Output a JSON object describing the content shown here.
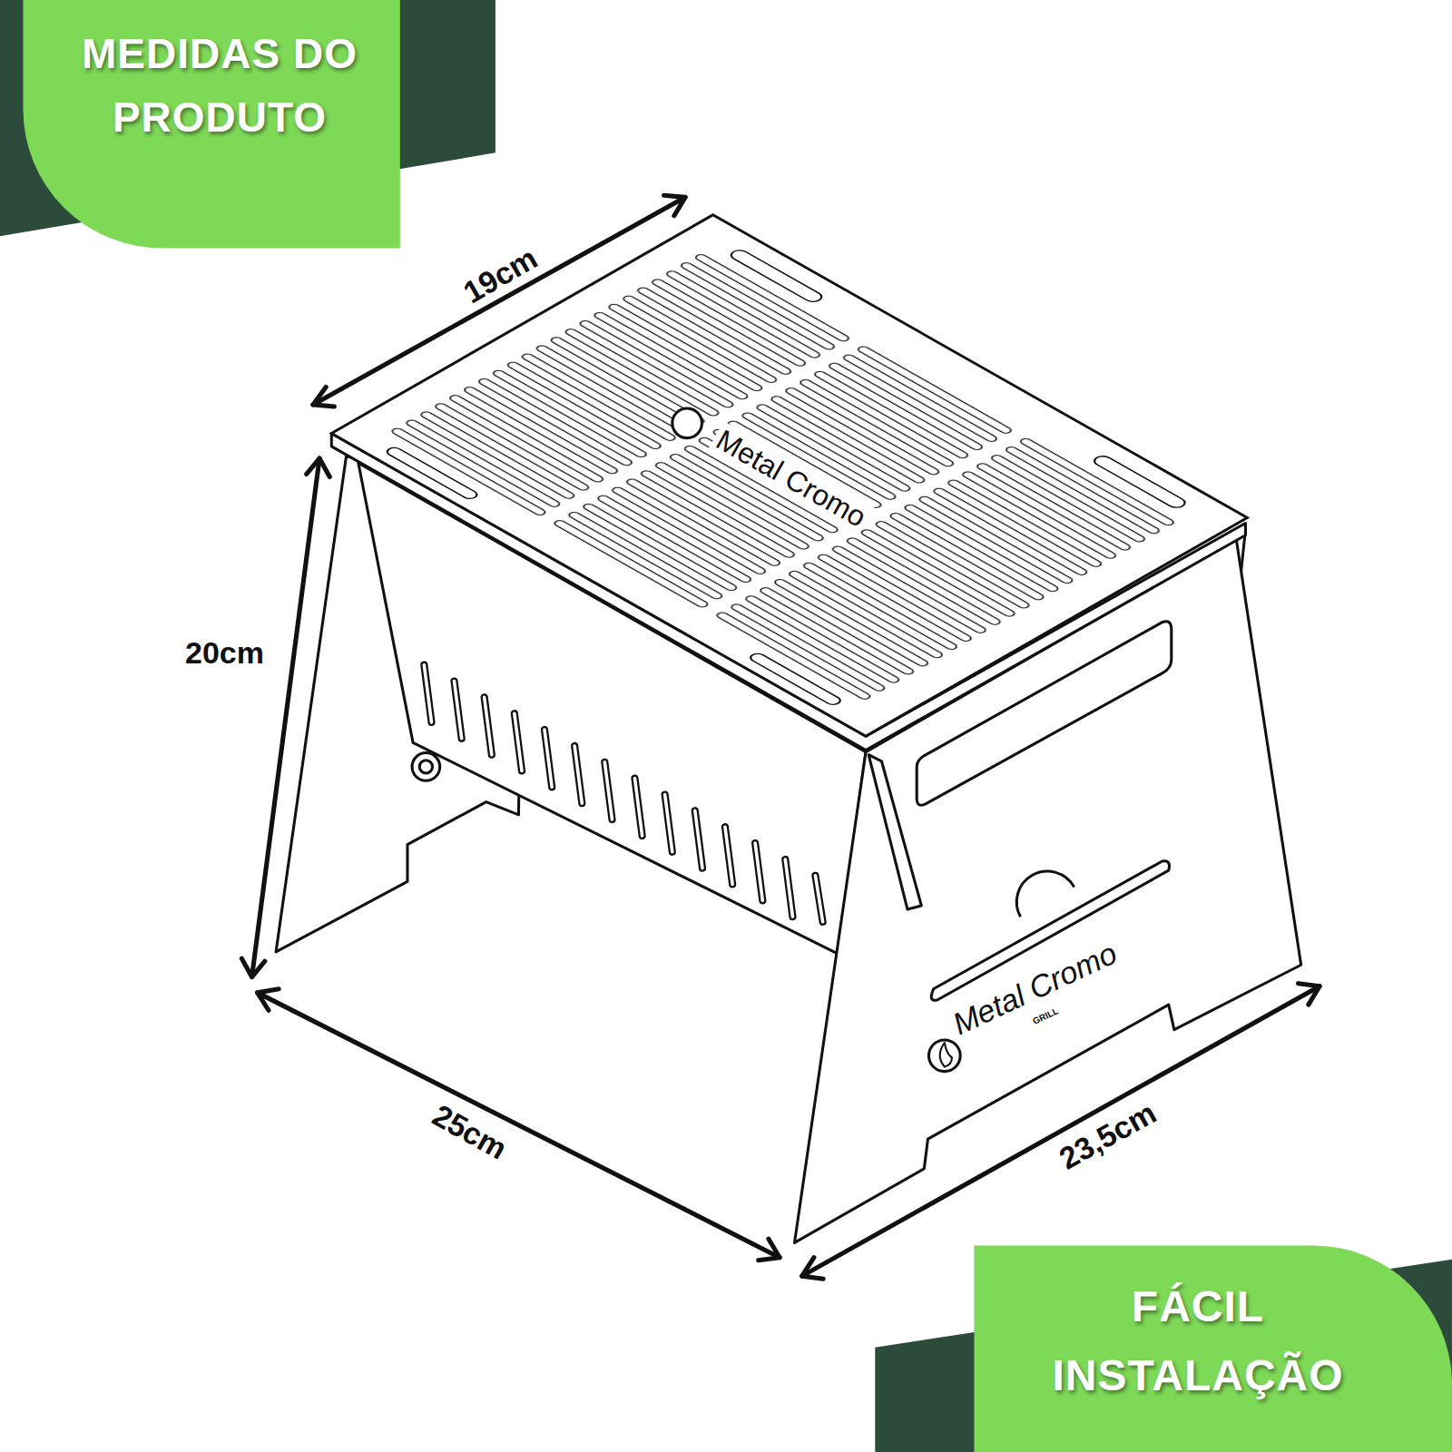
{
  "diagram": {
    "nodes": [
      {
        "text": [
          "MEDIDAS DO PRODUTO"
        ]
      },
      {
        "text": [
          "FÁCIL INSTALAÇÃO"
        ]
      }
    ],
    "labels": [
      "19cm",
      "20cm",
      "25cm",
      "23,5cm",
      "Metal Cromo",
      "Metal Cromo",
      "GRILL"
    ]
  }
}
